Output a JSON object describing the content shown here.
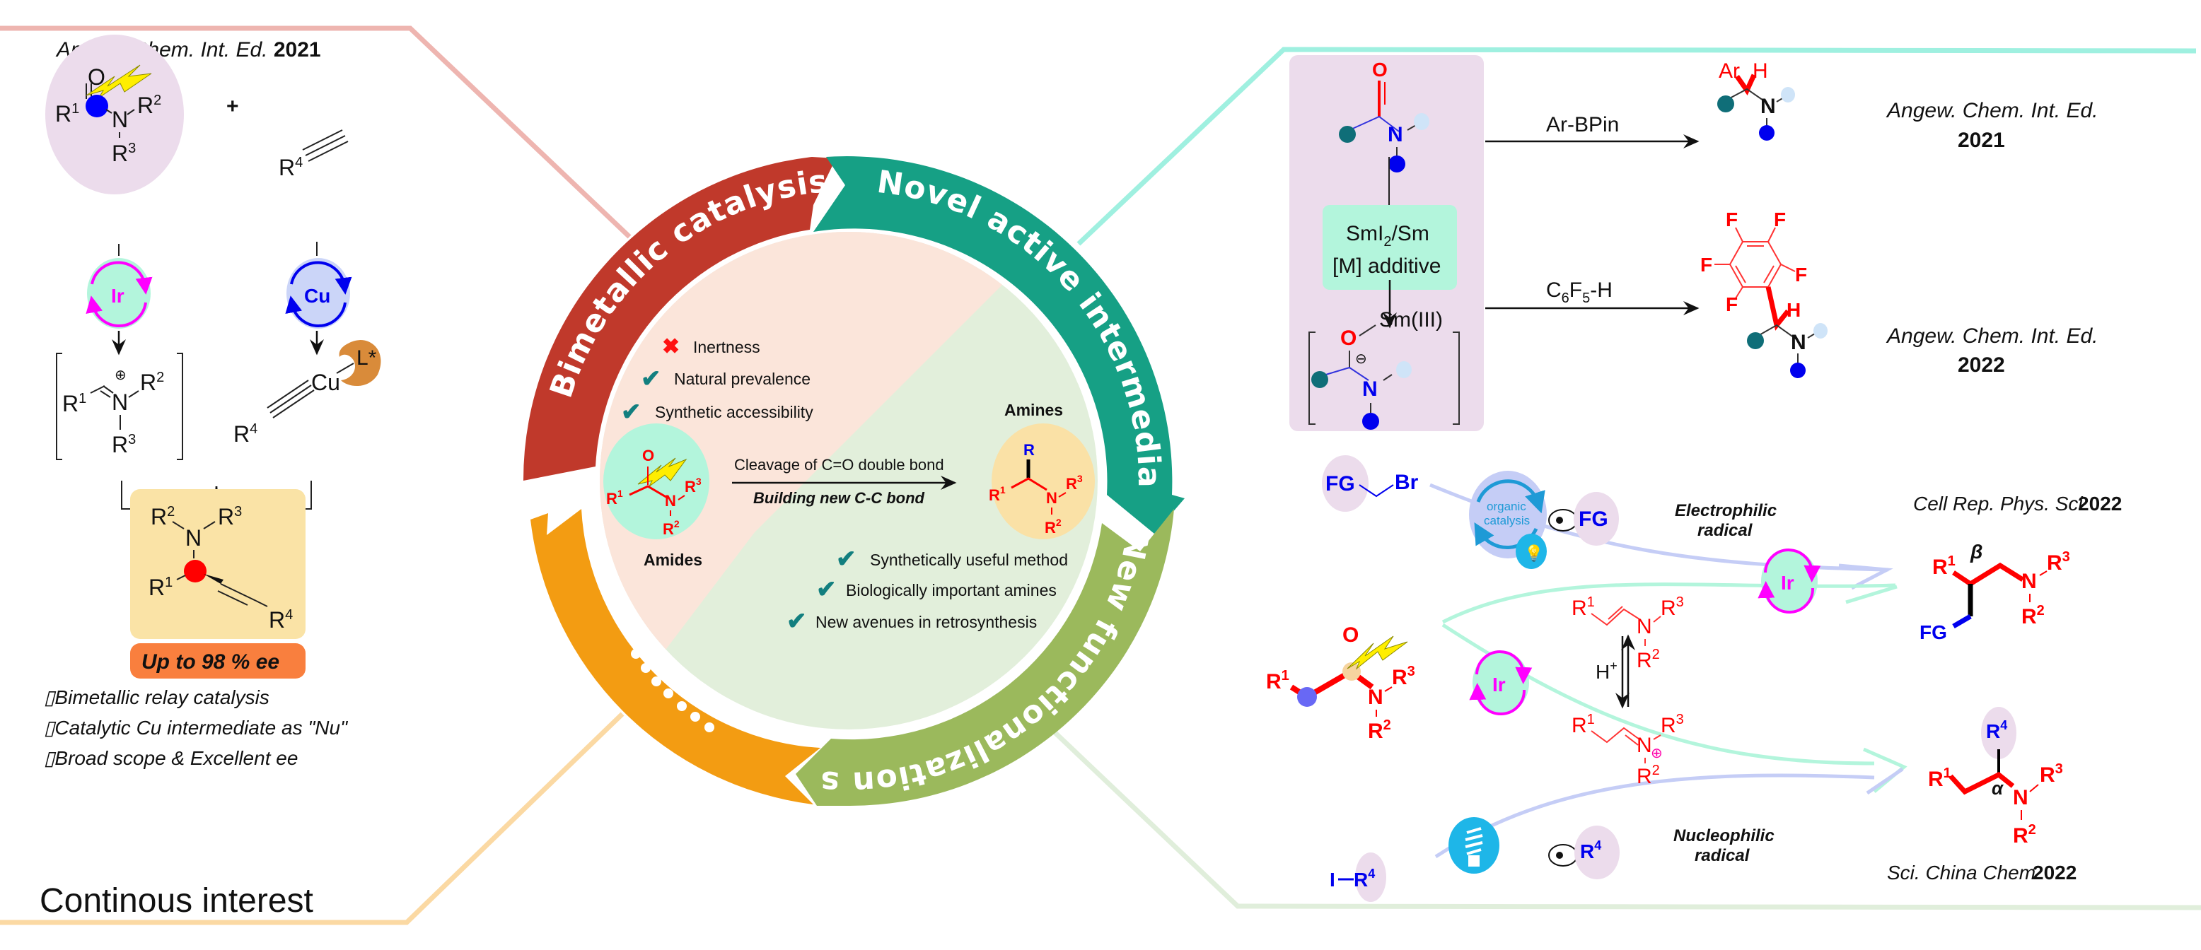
{
  "colors": {
    "frame_pink": "#eeb5b0",
    "frame_teal": "#9ff0e0",
    "frame_orange": "#fbd9a3",
    "frame_green": "#e0eedb",
    "ring_red": "#c0392b",
    "ring_teal": "#16a085",
    "ring_green": "#9bb95c",
    "ring_orange": "#f39c12",
    "inner_peach": "#fbe5da",
    "inner_green": "#e2efdb",
    "amide_bg": "#b3f5dc",
    "amine_bg": "#fae1a6",
    "lilac": "#ecdcec",
    "check_teal": "#127f7f"
  },
  "left_panel": {
    "citation_journal": "Angew. Chem. Int. Ed.",
    "citation_year": "2021",
    "plus": "+",
    "ir_label": "Ir",
    "cu_label": "Cu",
    "ligand": "L*",
    "cu_atom": "Cu",
    "product_ee": "Up to 98 % ee",
    "bullets": [
      "Bimetallic relay catalysis",
      "Catalytic Cu intermediate as \"Nu\"",
      "Broad scope & Excellent ee"
    ],
    "bullet_glyph": "▯",
    "footer_title": "Continous interest",
    "atoms": {
      "O": "O",
      "N": "N",
      "R": "R",
      "s1": "1",
      "s2": "2",
      "s3": "3",
      "s4": "4",
      "plus_charge": "⊕"
    }
  },
  "ring": {
    "segments": [
      {
        "label": "Bimetallic catalysis",
        "color_key": "ring_red"
      },
      {
        "label": "Novel active intermediate",
        "color_key": "ring_teal"
      },
      {
        "label": "New functionalization strategy",
        "color_key": "ring_green"
      },
      {
        "label": "••••••",
        "color_key": "ring_orange"
      }
    ],
    "inner": {
      "con_items": [
        {
          "icon": "cross-icon",
          "text": "Inertness"
        }
      ],
      "pro_items_top": [
        {
          "icon": "check-icon",
          "text": "Natural prevalence"
        },
        {
          "icon": "check-icon",
          "text": "Synthetic accessibility"
        }
      ],
      "amides_label": "Amides",
      "amines_label": "Amines",
      "arrow_top": "Cleavage of C=O double bond",
      "arrow_bottom": "Building new C-C bond",
      "pro_items_bottom": [
        {
          "icon": "check-icon",
          "text": "Synthetically useful method"
        },
        {
          "icon": "check-icon",
          "text": "Biologically important amines"
        },
        {
          "icon": "check-icon",
          "text": "New avenues in retrosynthesis"
        }
      ]
    }
  },
  "right_top": {
    "reagent_line1": "SmI",
    "reagent_sub": "2",
    "reagent_line1_tail": "/Sm",
    "reagent_line2": "[M] additive",
    "sm_label": "Sm(III)",
    "minus_charge": "⊖",
    "arrow1_label": "Ar-BPin",
    "arrow2_label_a": "C",
    "arrow2_sub_a": "6",
    "arrow2_label_b": "F",
    "arrow2_sub_b": "5",
    "arrow2_label_c": "-H",
    "product1_ar": "Ar",
    "product1_h": "H",
    "product2_h": "H",
    "fluorine": "F",
    "cite1_journal": "Angew. Chem. Int. Ed.",
    "cite1_year": "2021",
    "cite2_journal": "Angew. Chem. Int. Ed.",
    "cite2_year": "2022"
  },
  "right_bottom": {
    "fg": "FG",
    "br": "Br",
    "organic_catalysis": [
      "organic",
      "catalysis"
    ],
    "electrophilic": [
      "Electrophilic",
      "radical"
    ],
    "nucleophilic": [
      "Nucleophilic",
      "radical"
    ],
    "ir_label": "Ir",
    "h_plus": "H",
    "h_plus_sup": "+",
    "iodo": "I",
    "beta": "β",
    "alpha": "α",
    "cite_top_journal": "Cell Rep. Phys. Sci.",
    "cite_top_year": "2022",
    "cite_bottom_journal": "Sci. China Chem.",
    "cite_bottom_year": "2022"
  }
}
